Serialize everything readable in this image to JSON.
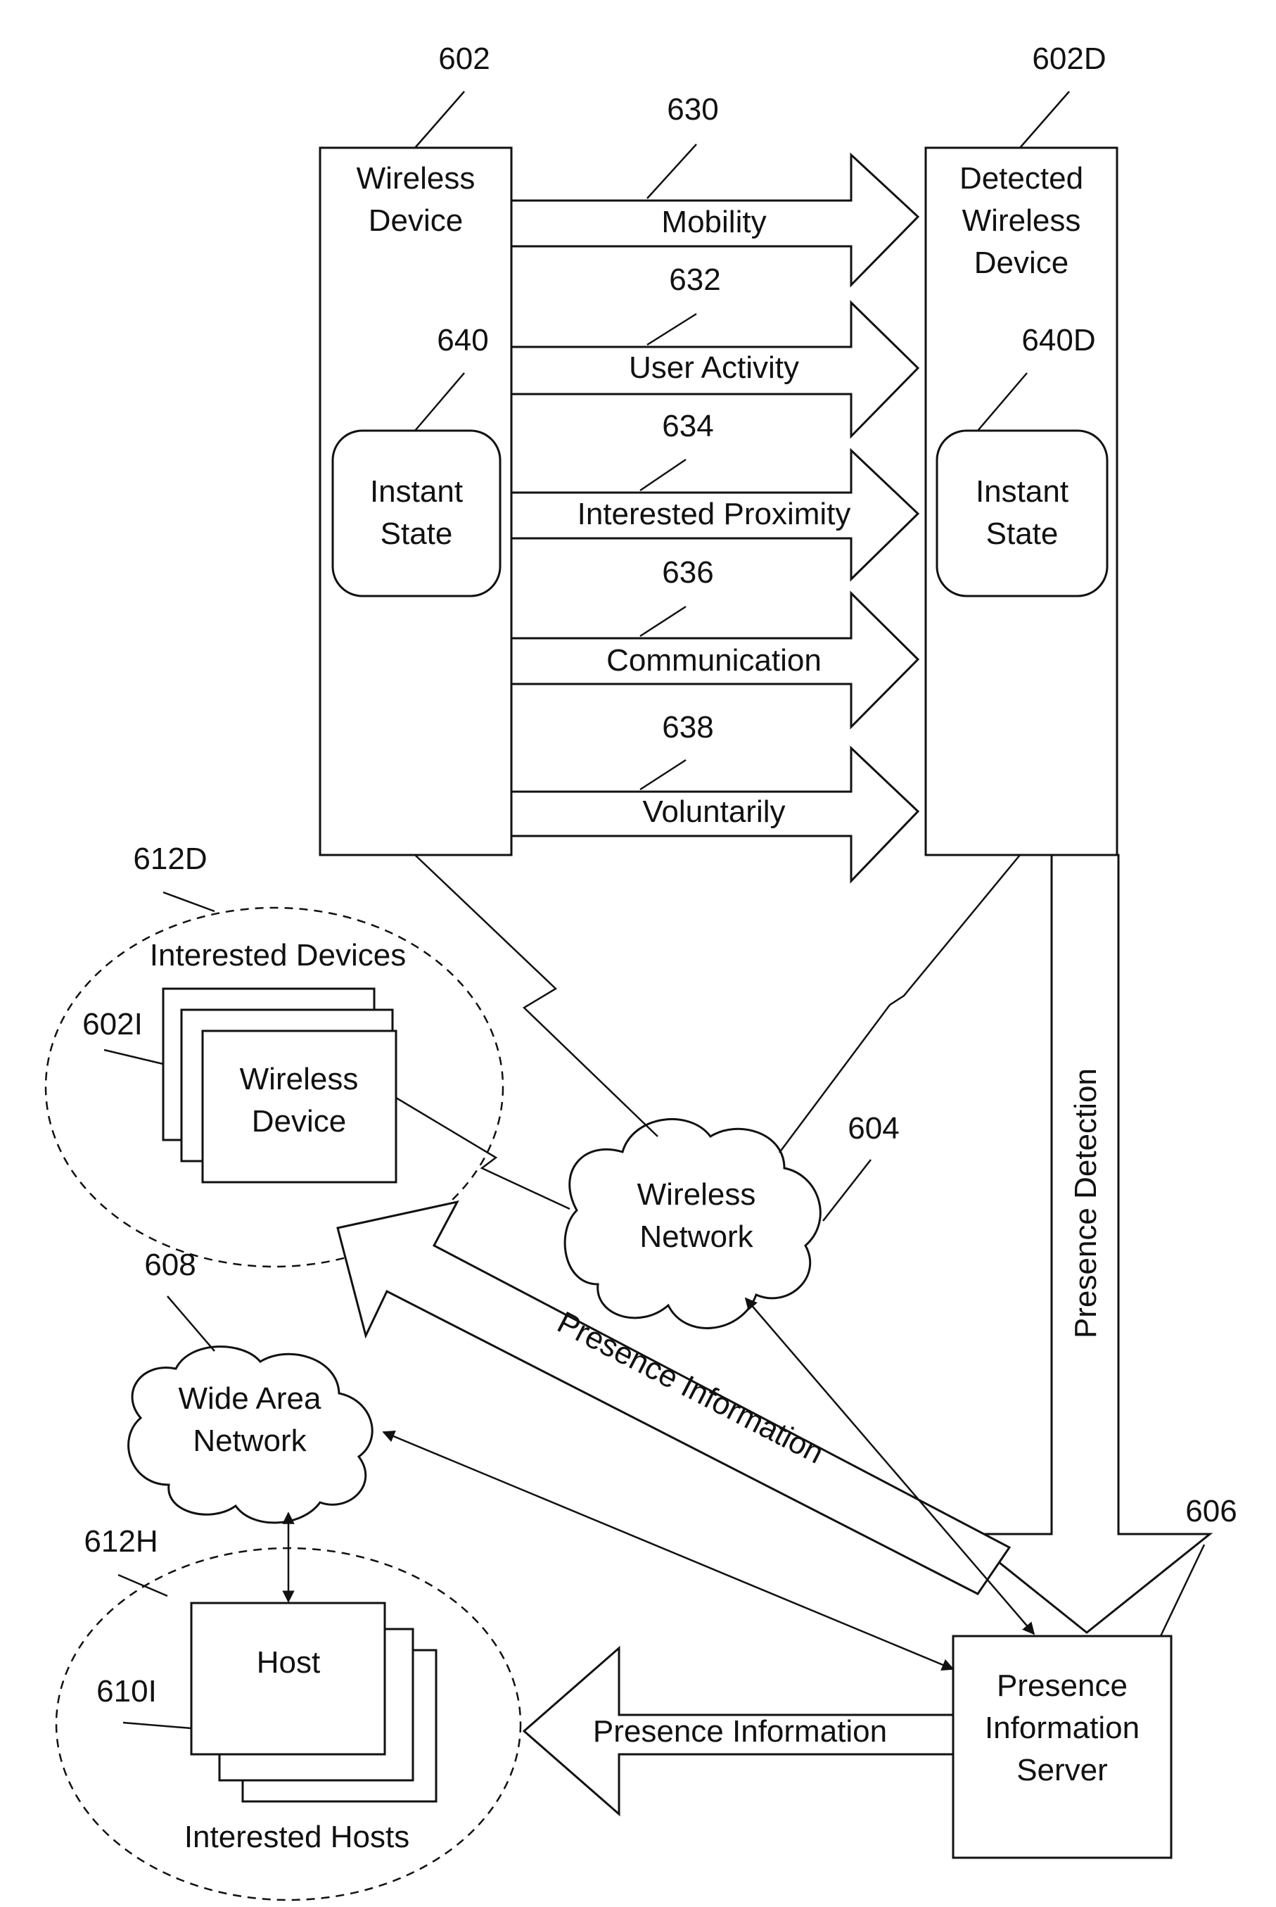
{
  "references": {
    "wireless_device": "602",
    "detected_device": "602D",
    "arrow_mobility": "630",
    "arrow_user_activity": "632",
    "arrow_interested_proximity": "634",
    "arrow_communication": "636",
    "arrow_voluntarily": "638",
    "instant_state": "640",
    "instant_state_detected": "640D",
    "interested_devices_group": "612D",
    "interested_device": "602I",
    "wireless_network": "604",
    "wide_area_network": "608",
    "interested_hosts_group": "612H",
    "host": "610I",
    "presence_server": "606"
  },
  "wireless_device": {
    "line1": "Wireless",
    "line2": "Device"
  },
  "detected_device": {
    "line1": "Detected",
    "line2": "Wireless",
    "line3": "Device"
  },
  "instant_state": {
    "line1": "Instant",
    "line2": "State"
  },
  "instant_state_detected": {
    "line1": "Instant",
    "line2": "State"
  },
  "arrows": {
    "mobility": "Mobility",
    "user_activity": "User Activity",
    "interested_proximity": "Interested Proximity",
    "communication": "Communication",
    "voluntarily": "Voluntarily"
  },
  "interested_devices": {
    "title": "Interested Devices",
    "device_line1": "Wireless",
    "device_line2": "Device"
  },
  "wireless_network": {
    "line1": "Wireless",
    "line2": "Network"
  },
  "wide_area_network": {
    "line1": "Wide Area",
    "line2": "Network"
  },
  "interested_hosts": {
    "host_label": "Host",
    "title": "Interested Hosts"
  },
  "presence_server": {
    "line1": "Presence",
    "line2": "Information",
    "line3": "Server"
  },
  "flows": {
    "presence_detection": "Presence Detection",
    "presence_info_diagonal": "Presence Information",
    "presence_info_left": "Presence Information"
  }
}
